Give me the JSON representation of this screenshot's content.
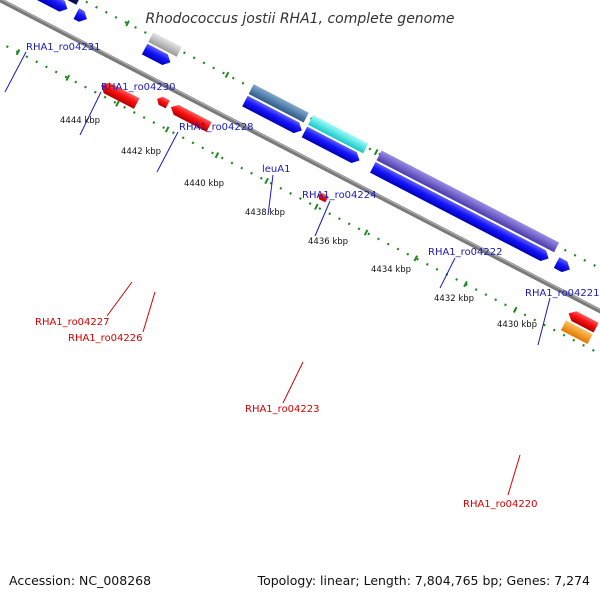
{
  "title": "Rhodococcus jostii RHA1, complete genome",
  "accession": "Accession: NC_008268",
  "summary": "Topology: linear; Length: 7,804,765 bp; Genes: 7,274",
  "ticks": [
    "4444 kbp",
    "4442 kbp",
    "4440 kbp",
    "4438 kbp",
    "4436 kbp",
    "4434 kbp",
    "4432 kbp",
    "4430 kbp"
  ],
  "top_labels": [
    "RHA1_ro04231",
    "RHA1_ro04230",
    "RHA1_ro04228",
    "leuA1",
    "RHA1_ro04224",
    "RHA1_ro04222",
    "RHA1_ro04221"
  ],
  "bottom_labels": [
    "RHA1_ro04227",
    "RHA1_ro04226",
    "RHA1_ro04223",
    "RHA1_ro04220"
  ],
  "colors": {
    "forward_strand": "#0000ff",
    "reverse_strand": "#ff0000",
    "backbone": "#808080",
    "dotted_guide": "#1f8a1f",
    "ro04231": "#0a0a6e",
    "ro04228": "#bdbdbd",
    "leuA1": "#4a7aa8",
    "ro04224": "#2ee8e8",
    "ro04222": "#6e5ccc",
    "ro04220": "#ff9900"
  }
}
